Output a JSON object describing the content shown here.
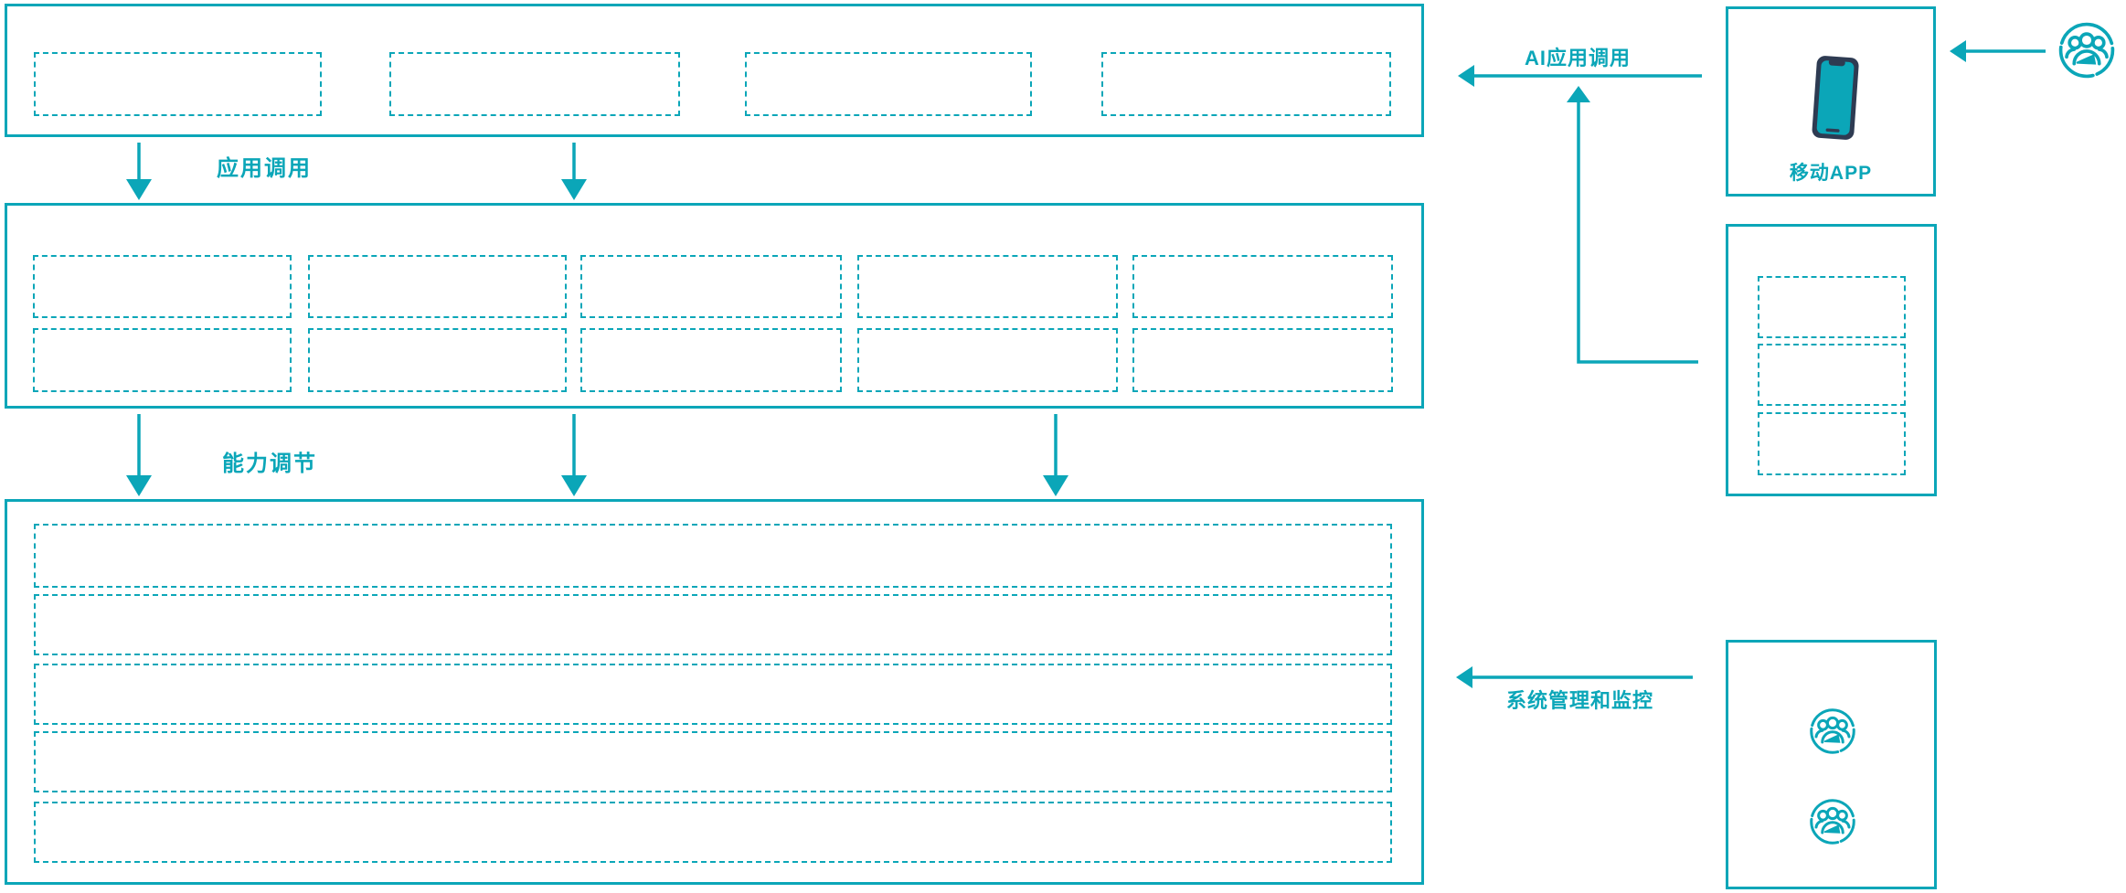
{
  "colors": {
    "accent_teal": "#0ba6b8",
    "phone_navy": "#2e3b52",
    "background": "#ffffff"
  },
  "flow_labels": {
    "app_call": "应用调用",
    "capability_adjust": "能力调节",
    "ai_app_call": "AI应用调用",
    "system_monitor": "系统管理和监控"
  },
  "layers": {
    "layer1": {
      "placeholder_slots": 4
    },
    "layer2": {
      "placeholder_rows": 2,
      "placeholder_cols": 5
    },
    "layer3": {
      "placeholder_slots": 5
    }
  },
  "right_panel": {
    "mobile_app_box": {
      "label": "移动APP",
      "icon": "smartphone-icon"
    },
    "middle_box": {
      "placeholder_slots": 3
    },
    "bottom_box": {
      "icons": [
        "users-group-icon",
        "users-group-icon"
      ]
    }
  },
  "top_right": {
    "icon": "users-group-icon"
  }
}
